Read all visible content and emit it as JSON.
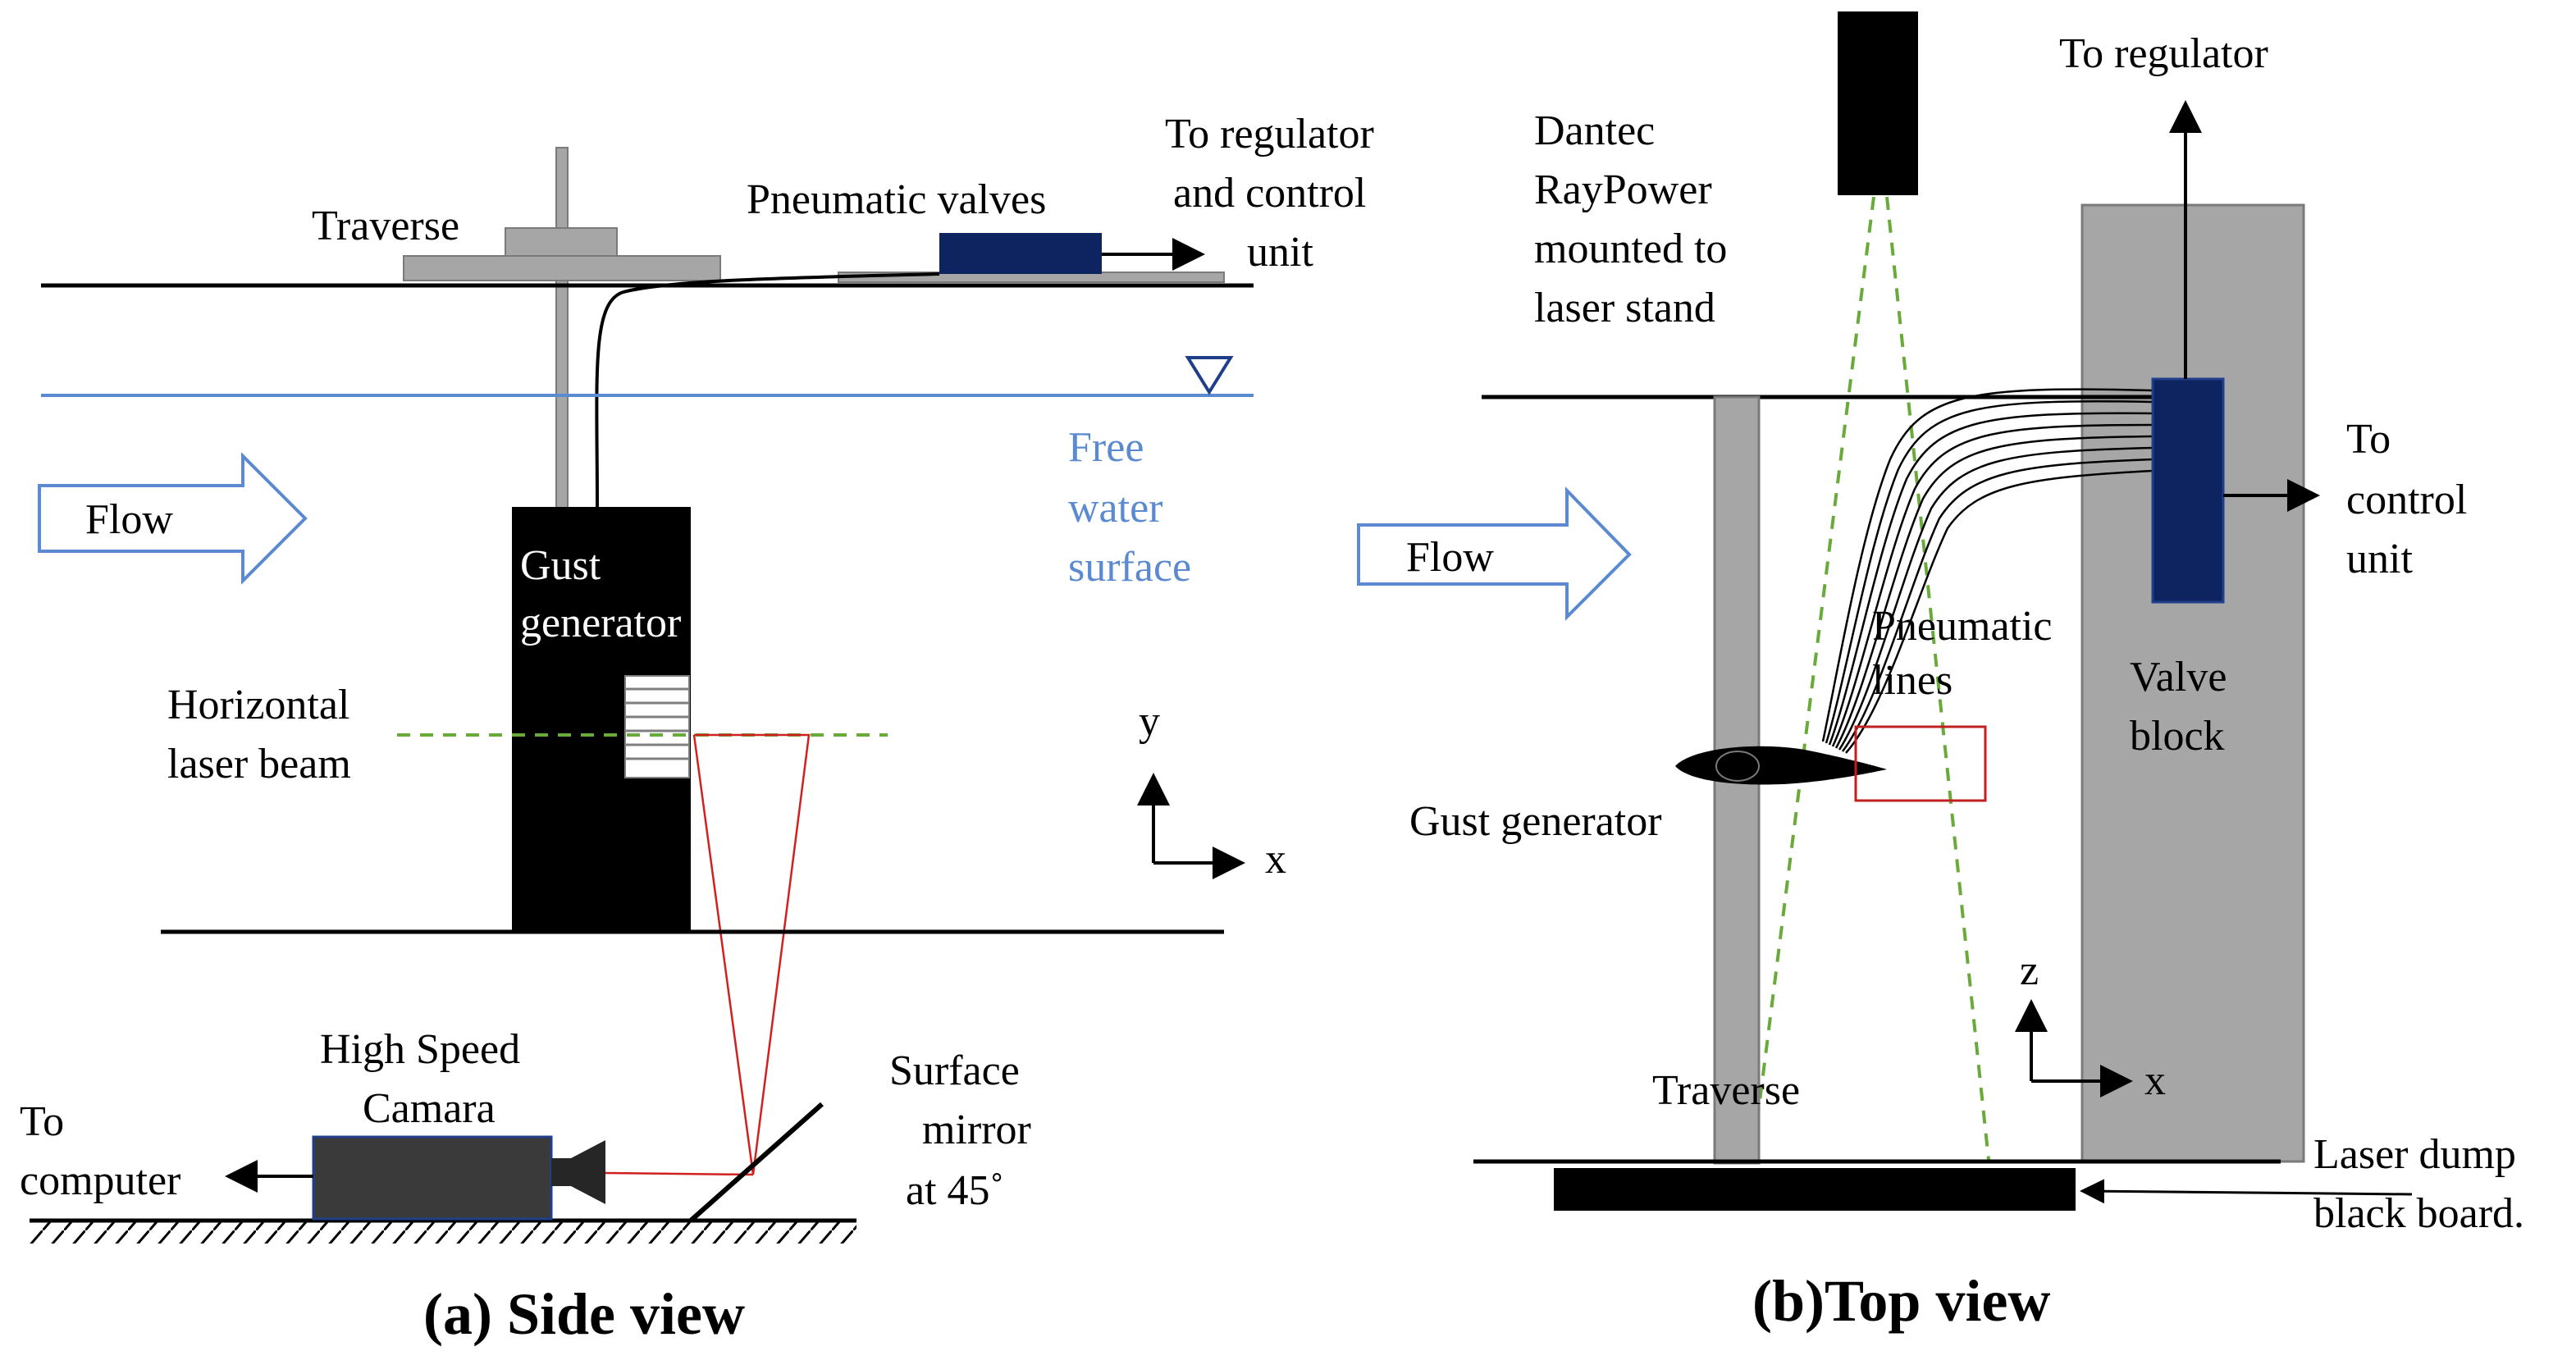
{
  "side_view": {
    "caption": "(a) Side view",
    "traverse": "Traverse",
    "pneumatic_valves": "Pneumatic valves",
    "to_regulator_control": [
      "To regulator",
      "and control",
      "unit"
    ],
    "free_water_surface": [
      "Free",
      "water",
      "surface"
    ],
    "flow": "Flow",
    "gust_generator": [
      "Gust",
      "generator"
    ],
    "horizontal_laser_beam": [
      "Horizontal",
      "laser beam"
    ],
    "axis_y": "y",
    "axis_x": "x",
    "high_speed_camera": [
      "High Speed",
      "Camara"
    ],
    "to_computer": [
      "To",
      "computer"
    ],
    "surface_mirror": [
      "Surface",
      "mirror",
      "at 45˚"
    ]
  },
  "top_view": {
    "caption": "(b)Top view",
    "dantec": [
      "Dantec",
      "RayPower",
      "mounted to",
      "laser stand"
    ],
    "to_regulator": "To regulator",
    "to_control_unit": [
      "To",
      "control",
      "unit"
    ],
    "flow": "Flow",
    "pneumatic_lines": [
      "Pneumatic",
      "lines"
    ],
    "valve_block": [
      "Valve",
      "block"
    ],
    "gust_generator": "Gust generator",
    "axis_z": "z",
    "axis_x": "x",
    "traverse": "Traverse",
    "laser_dump": [
      "Laser dump",
      "black board."
    ]
  },
  "colors": {
    "water_line": "#5b8ad0",
    "laser_beam": "#6aaa3a",
    "camera_rays": "#d02020",
    "valve_fill": "#0d2460",
    "traverse_gray": "#a6a6a6"
  }
}
